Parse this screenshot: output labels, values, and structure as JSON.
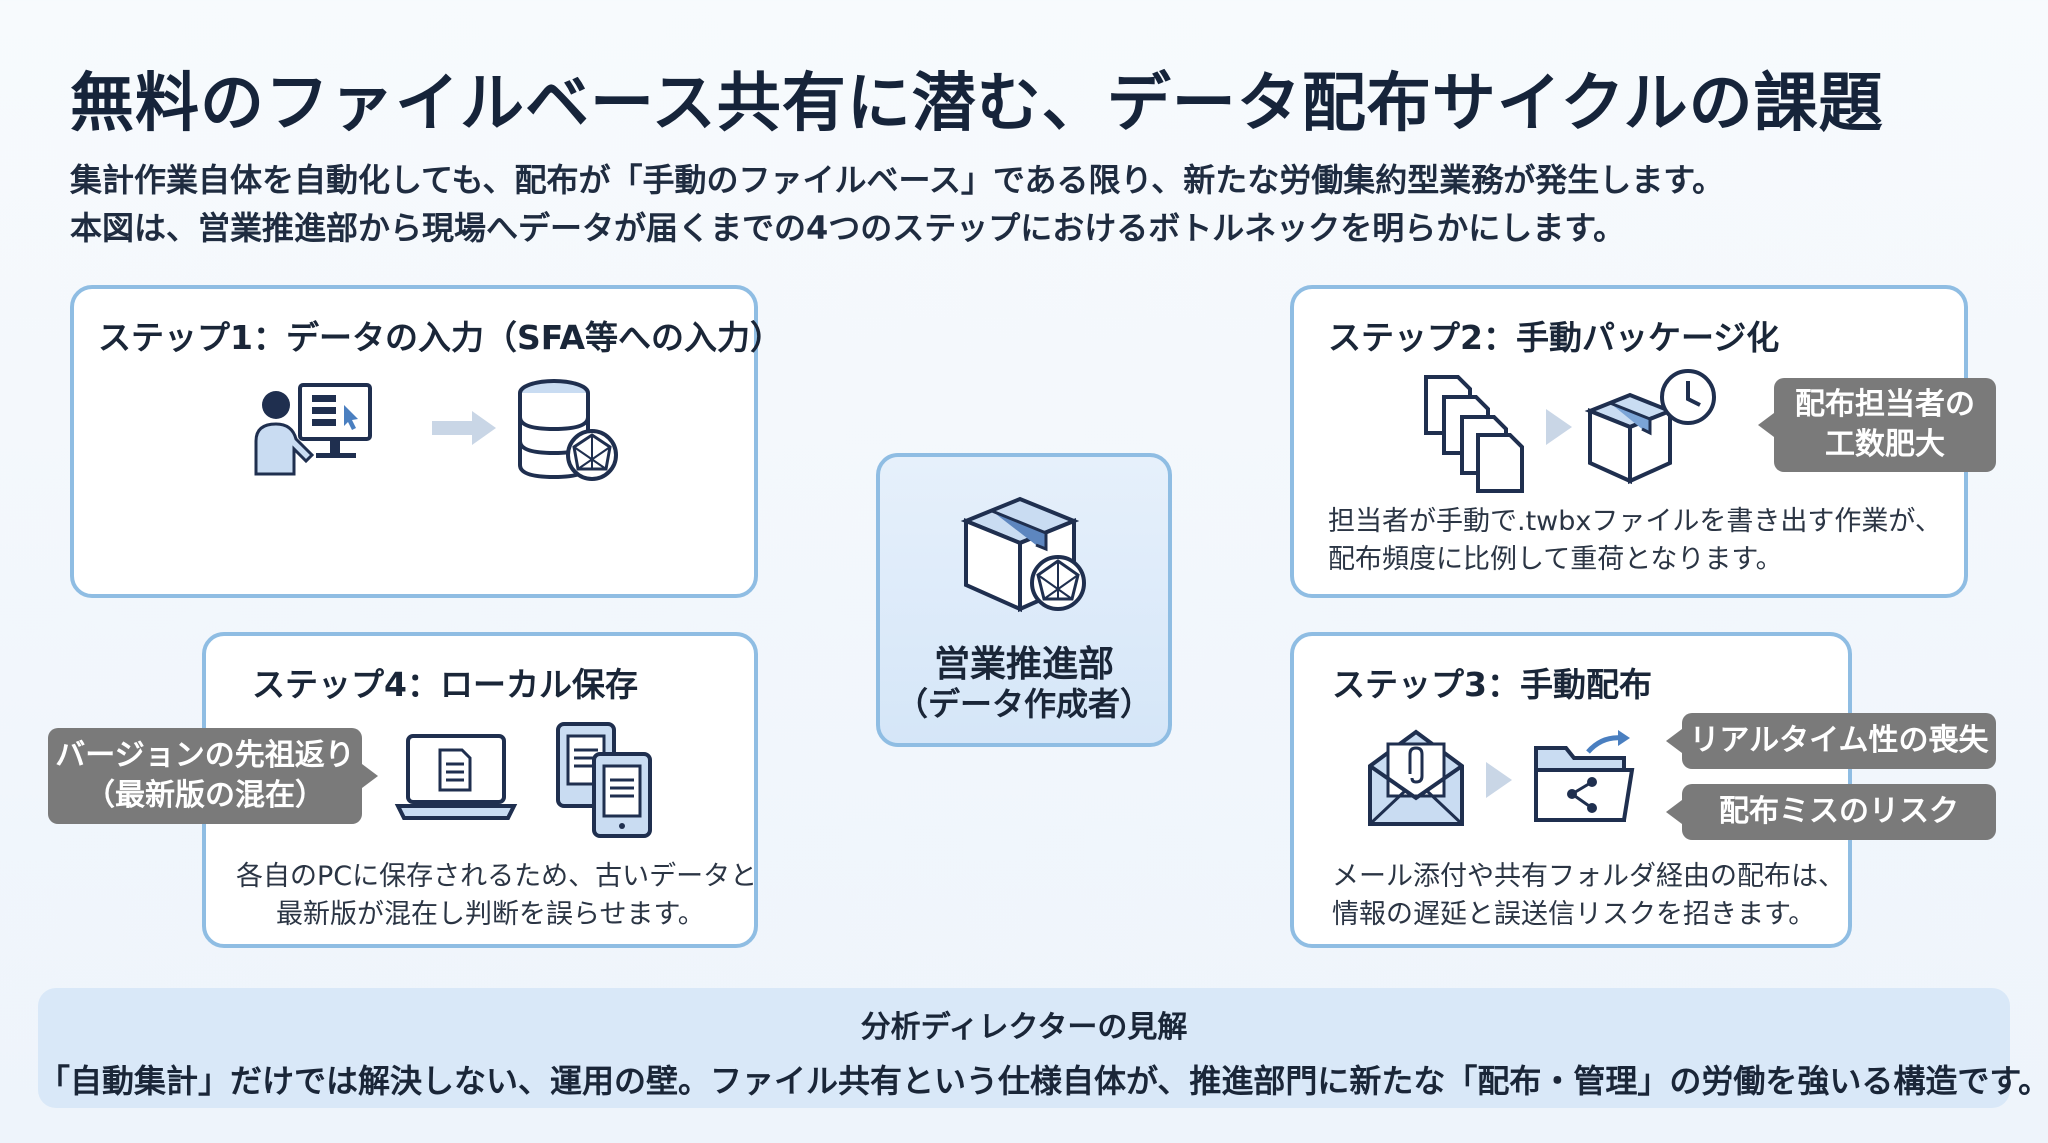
{
  "header": {
    "title": "無料のファイルベース共有に潜む、データ配布サイクルの課題",
    "intro_line1": "集計作業自体を自動化しても、配布が「手動のファイルベース」である限り、新たな労働集約型業務が発生します。",
    "intro_line2": "本図は、営業推進部から現場へデータが届くまでの4つのステップにおけるボトルネックを明らかにします。"
  },
  "center": {
    "name": "営業推進部",
    "role": "（データ作成者）",
    "icon": "package-icon"
  },
  "steps": [
    {
      "title": "ステップ1：データの入力（SFA等への入力）",
      "icons": [
        "user-computer-icon",
        "arrow-right-icon",
        "database-icon"
      ]
    },
    {
      "title": "ステップ2：手動パッケージ化",
      "desc_line1": "担当者が手動で.twbxファイルを書き出す作業が、",
      "desc_line2": "配布頻度に比例して重荷となります。",
      "badge_line1": "配布担当者の",
      "badge_line2": "工数肥大",
      "icons": [
        "documents-icon",
        "arrow-right-icon",
        "box-clock-icon"
      ]
    },
    {
      "title": "ステップ3：手動配布",
      "desc_line1": "メール添付や共有フォルダ経由の配布は、",
      "desc_line2": "情報の遅延と誤送信リスクを招きます。",
      "badges": [
        "リアルタイム性の喪失",
        "配布ミスのリスク"
      ],
      "icons": [
        "mail-attachment-icon",
        "arrow-right-icon",
        "shared-folder-icon"
      ]
    },
    {
      "title": "ステップ4：ローカル保存",
      "desc_line1": "各自のPCに保存されるため、古いデータと",
      "desc_line2": "最新版が混在し判断を誤らせます。",
      "badge_line1": "バージョンの先祖返り",
      "badge_line2": "（最新版の混在）",
      "icons": [
        "laptop-icon",
        "tablet-icon"
      ]
    }
  ],
  "footer": {
    "heading": "分析ディレクターの見解",
    "text": "「自動集計」だけでは解決しない、運用の壁。ファイル共有という仕様自体が、推進部門に新たな「配布・管理」の労働を強いる構造です。"
  },
  "colors": {
    "card_border": "#8fbde3",
    "icon_stroke": "#1f2f4f",
    "icon_fill": "#c9dcf2",
    "badge": "#7a7a7a",
    "footer_bg": "#d9e8f8"
  }
}
